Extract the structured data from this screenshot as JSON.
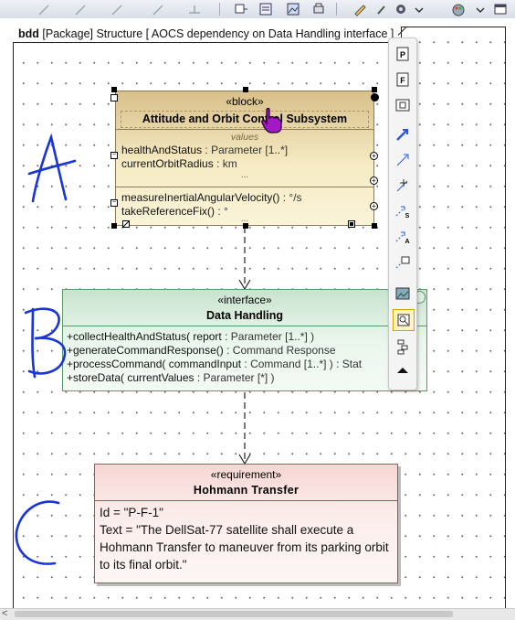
{
  "frame": {
    "kind": "bdd",
    "title": "[Package] Structure [ AOCS dependency on Data Handling interface ]"
  },
  "block": {
    "stereotype": "«block»",
    "name": "Attitude and Orbit Control Subsystem",
    "values_label": "values",
    "values": [
      {
        "name": "healthAndStatus",
        "type": " : Parameter [1..*]"
      },
      {
        "name": "currentOrbitRadius",
        "type": " : km"
      }
    ],
    "ellipsis": "...",
    "operations": [
      {
        "name": "measureInertialAngularVelocity()",
        "type": " : °/s"
      },
      {
        "name": "takeReferenceFix()",
        "type": " : °"
      }
    ]
  },
  "interface": {
    "stereotype": "«interface»",
    "name": "Data Handling",
    "operations": [
      {
        "sig": "+collectHealthAndStatus( report ",
        "type": ": Parameter [1..*] )"
      },
      {
        "sig": "+generateCommandResponse() ",
        "type": ": Command Response"
      },
      {
        "sig": "+processCommand( commandInput ",
        "type": ": Command [1..*] ) : Stat"
      },
      {
        "sig": "+storeData( currentValues ",
        "type": ": Parameter [*] )"
      }
    ]
  },
  "requirement": {
    "stereotype": "«requirement»",
    "name": "Hohmann Transfer",
    "id_line": "Id = \"P-F-1\"",
    "text_line": "Text = \"The DellSat-77 satellite shall execute a Hohmann Transfer to maneuver from its parking orbit to its final orbit.\""
  },
  "annotations": [
    "A",
    "B",
    "C"
  ],
  "smart_toolbar_icons": [
    "part-property-icon",
    "flow-property-icon",
    "port-icon",
    "dependency-icon",
    "generalization-icon",
    "association-icon",
    "satisfy-icon",
    "allocate-icon",
    "comment-icon",
    "image-icon",
    "diagram-overview-icon",
    "layout-icon",
    "collapse-icon"
  ],
  "colors": {
    "block_fill": "#f6ebc4",
    "interface_fill": "#eaf6ec",
    "requirement_fill": "#fbecea",
    "annotation_ink": "#1a34d6"
  }
}
